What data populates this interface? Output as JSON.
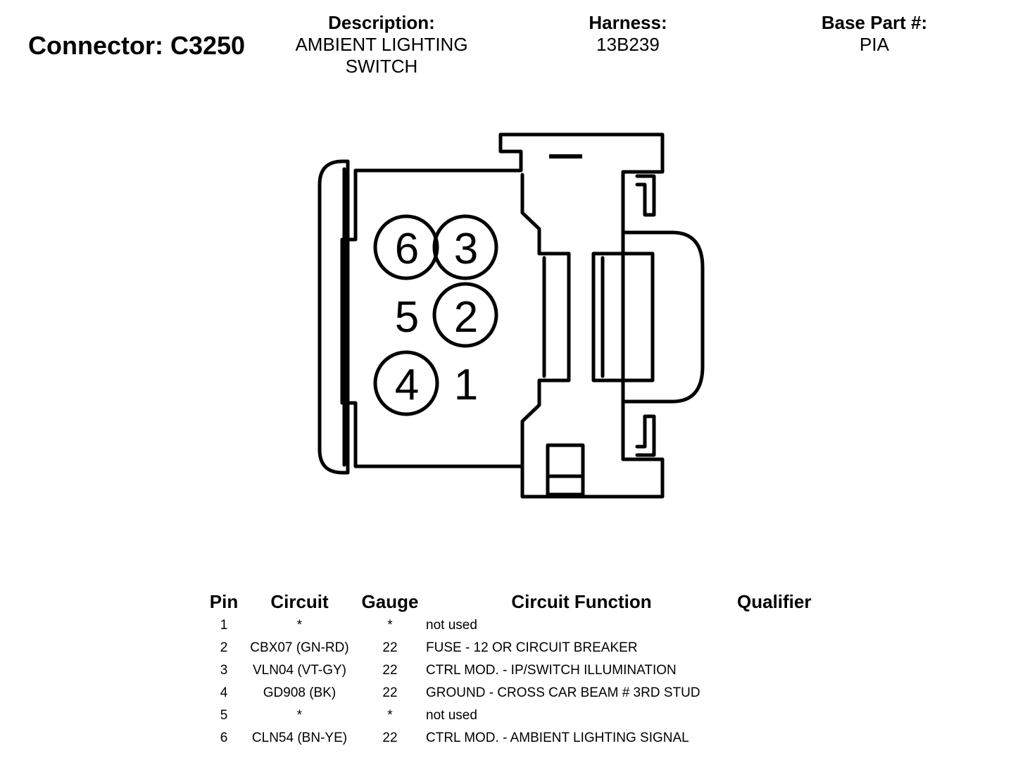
{
  "connector": {
    "title": "Connector: C3250"
  },
  "header": {
    "description": {
      "label": "Description:",
      "line1": "AMBIENT LIGHTING",
      "line2": "SWITCH"
    },
    "harness": {
      "label": "Harness:",
      "value": "13B239"
    },
    "base_part": {
      "label": "Base Part #:",
      "value": "PIA"
    }
  },
  "diagram": {
    "pin_labels": [
      "6",
      "3",
      "5",
      "2",
      "4",
      "1"
    ],
    "circled_pins": [
      "6",
      "3",
      "2",
      "4"
    ],
    "uncircled_pins": [
      "5",
      "1"
    ]
  },
  "table": {
    "headers": {
      "pin": "Pin",
      "circuit": "Circuit",
      "gauge": "Gauge",
      "function": "Circuit Function",
      "qualifier": "Qualifier"
    },
    "rows": [
      {
        "pin": "1",
        "circuit": "*",
        "gauge": "*",
        "function": "not used",
        "qualifier": ""
      },
      {
        "pin": "2",
        "circuit": "CBX07 (GN-RD)",
        "gauge": "22",
        "function": "FUSE - 12 OR CIRCUIT BREAKER",
        "qualifier": ""
      },
      {
        "pin": "3",
        "circuit": "VLN04 (VT-GY)",
        "gauge": "22",
        "function": "CTRL MOD. - IP/SWITCH ILLUMINATION",
        "qualifier": ""
      },
      {
        "pin": "4",
        "circuit": "GD908 (BK)",
        "gauge": "22",
        "function": "GROUND - CROSS CAR BEAM # 3RD STUD",
        "qualifier": ""
      },
      {
        "pin": "5",
        "circuit": "*",
        "gauge": "*",
        "function": "not used",
        "qualifier": ""
      },
      {
        "pin": "6",
        "circuit": "CLN54 (BN-YE)",
        "gauge": "22",
        "function": "CTRL MOD. - AMBIENT LIGHTING SIGNAL",
        "qualifier": ""
      }
    ]
  }
}
